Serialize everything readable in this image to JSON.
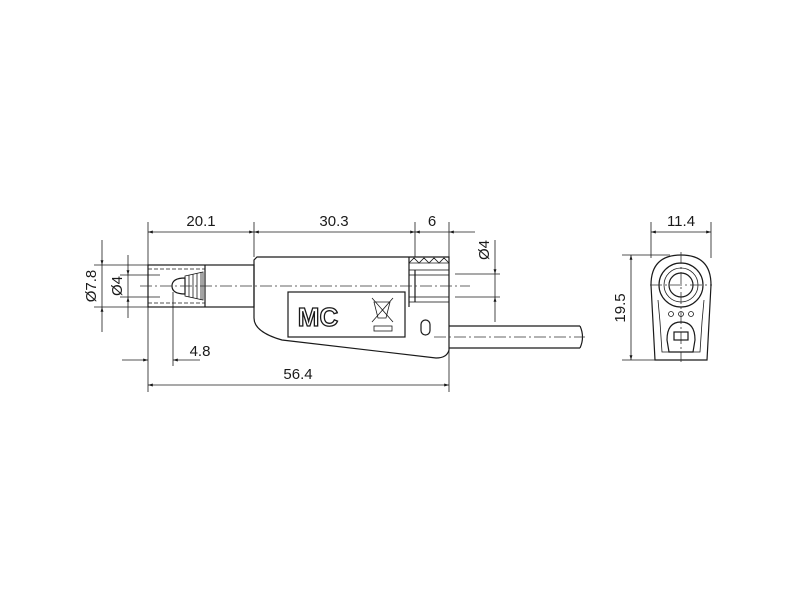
{
  "side_view": {
    "dimensions": {
      "front_length": "20.1",
      "body_length": "30.3",
      "nut_length": "6",
      "outer_diameter": "Ø7.8",
      "inner_diameter": "Ø4",
      "socket_diameter": "Ø4",
      "tip_offset": "4.8",
      "total_length": "56.4"
    },
    "logo": "MC",
    "symbols": [
      "crossed-out-bin-icon"
    ]
  },
  "front_view": {
    "dimensions": {
      "width": "11.4",
      "height": "19.5"
    }
  },
  "colors": {
    "line": "#1a1a1a",
    "background": "#ffffff"
  }
}
